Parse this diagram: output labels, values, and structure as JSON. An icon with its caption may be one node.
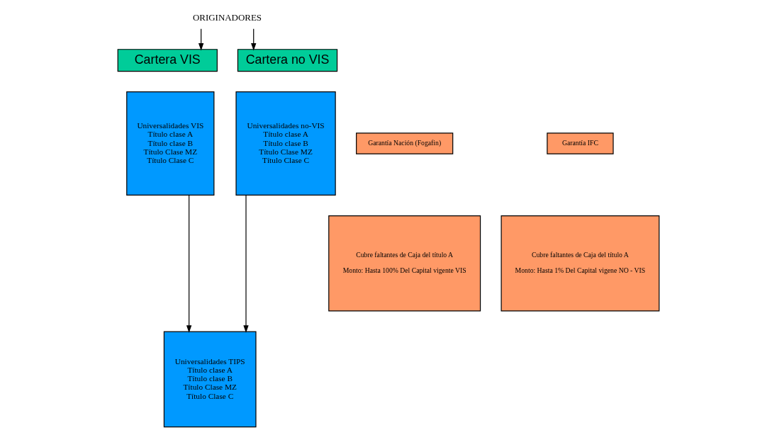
{
  "diagram": {
    "nodes": [
      {
        "text": [
          "ORIGINADORES"
        ]
      },
      {
        "text": [
          "Cartera VIS"
        ]
      },
      {
        "text": [
          "Cartera no VIS"
        ]
      },
      {
        "text": [
          "Universalidades VIS",
          "Título clase A",
          "Título clase B",
          "Título Clase MZ",
          "Título Clase C"
        ]
      },
      {
        "text": [
          "Garantía Nación (Fogafin)"
        ]
      },
      {
        "text": [
          "Cubre faltantes de Caja del título A",
          "Monto: Hasta 100% Del Capital vigente VIS"
        ]
      },
      {
        "text": [
          "Universalidades no-VIS",
          "Título clase A",
          "Título clase B",
          "Título Clase MZ",
          "Título Clase C"
        ]
      },
      {
        "text": [
          "Garantía IFC"
        ]
      },
      {
        "text": [
          "Cubre faltantes de Caja del título A",
          "Monto: Hasta 1% Del Capital vigene NO - VIS"
        ]
      },
      {
        "text": [
          "Universalidades TIPS",
          "Título clase A",
          "Título clase B",
          "Título Clase MZ",
          "Título Clase C"
        ]
      }
    ],
    "edges": [
      {
        "from": 0,
        "to": 1,
        "arrow": "to"
      },
      {
        "from": 0,
        "to": 2,
        "arrow": "to"
      },
      {
        "from": 3,
        "to": 9,
        "arrow": "to"
      },
      {
        "from": 6,
        "to": 9,
        "arrow": "to"
      }
    ]
  }
}
